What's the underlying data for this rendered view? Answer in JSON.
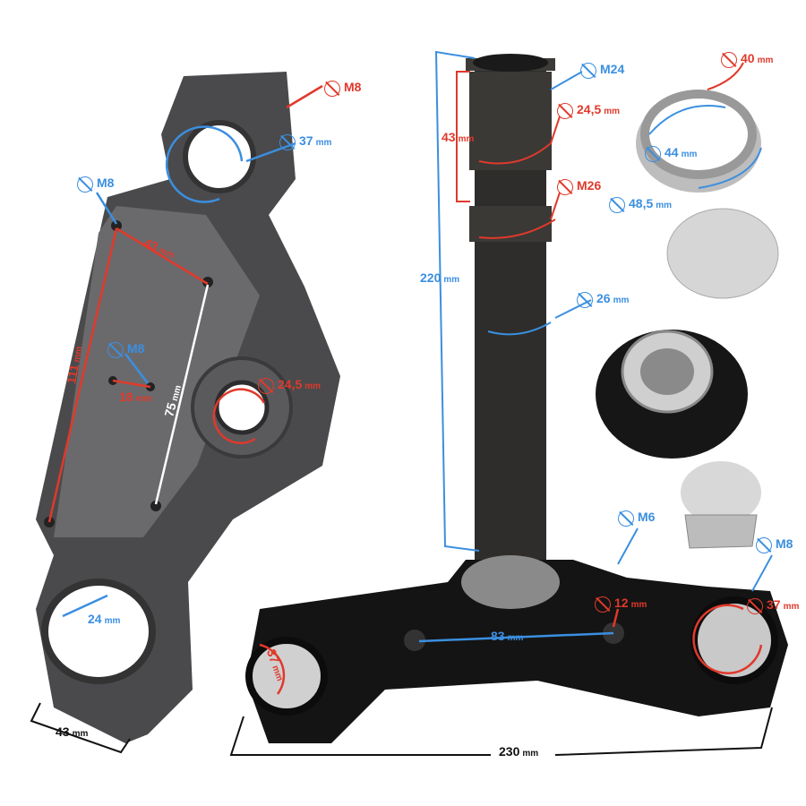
{
  "colors": {
    "red": "#e0392b",
    "blue": "#3b8fe0",
    "bracket": "#4a4a4c",
    "clamp": "#111111",
    "steel": "#c8c8c8"
  },
  "icons": {
    "diameter": "diameter-symbol-icon"
  },
  "annotations": {
    "top_bolt_m8": {
      "value": "M8",
      "unit": ""
    },
    "upper_bore_37": {
      "value": "37",
      "unit": "mm"
    },
    "left_bolt_m8": {
      "value": "M8",
      "unit": ""
    },
    "hole_spacing_43": {
      "value": "43",
      "unit": "mm"
    },
    "bracket_height_111": {
      "value": "111",
      "unit": "mm"
    },
    "mid_bolt_m8": {
      "value": "M8",
      "unit": ""
    },
    "hole_spacing_18": {
      "value": "18",
      "unit": "mm"
    },
    "hole_spacing_75": {
      "value": "75",
      "unit": "mm"
    },
    "center_bore_24_5": {
      "value": "24,5",
      "unit": "mm"
    },
    "lower_bore_24": {
      "value": "24",
      "unit": "mm"
    },
    "bracket_width_43": {
      "value": "43",
      "unit": "mm"
    },
    "stem_thread_m24": {
      "value": "M24",
      "unit": ""
    },
    "thread_length_43": {
      "value": "43",
      "unit": "mm"
    },
    "stem_dia_24_5": {
      "value": "24,5",
      "unit": "mm"
    },
    "stem_thread_m26": {
      "value": "M26",
      "unit": ""
    },
    "stem_length_220": {
      "value": "220",
      "unit": "mm"
    },
    "stem_dia_26": {
      "value": "26",
      "unit": "mm"
    },
    "race_inner_40": {
      "value": "40",
      "unit": "mm"
    },
    "race_44": {
      "value": "44",
      "unit": "mm"
    },
    "race_outer_48_5": {
      "value": "48,5",
      "unit": "mm"
    },
    "clamp_bolt_m6": {
      "value": "M6",
      "unit": ""
    },
    "clamp_bolt_m8": {
      "value": "M8",
      "unit": ""
    },
    "clamp_hole_12": {
      "value": "12",
      "unit": "mm"
    },
    "clamp_bore_right_37": {
      "value": "37",
      "unit": "mm"
    },
    "hole_spacing_83": {
      "value": "83",
      "unit": "mm"
    },
    "clamp_bore_left_37": {
      "value": "37",
      "unit": "mm"
    },
    "clamp_width_230": {
      "value": "230",
      "unit": "mm"
    }
  }
}
